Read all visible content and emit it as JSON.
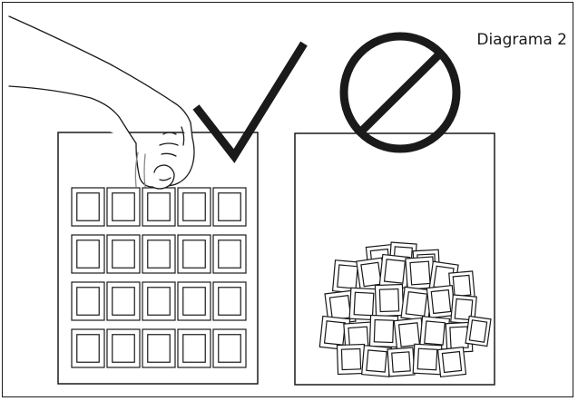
{
  "title": "Diagrama 2",
  "panels": [
    {
      "id": "correct",
      "symbol": "check-mark",
      "arrangement": "grid",
      "rows": 4,
      "cols": 5
    },
    {
      "id": "incorrect",
      "symbol": "prohibited-sign",
      "arrangement": "pile"
    }
  ],
  "colors": {
    "line": "#1a1a1a",
    "background": "#ffffff",
    "fill": "#ffffff"
  }
}
